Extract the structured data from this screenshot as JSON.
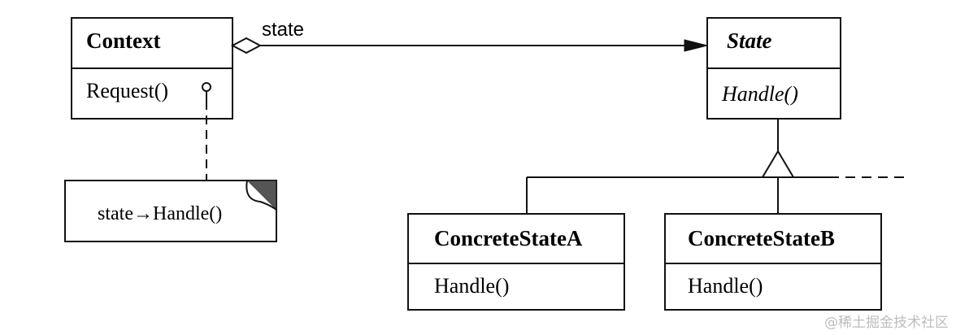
{
  "context": {
    "name": "Context",
    "operation": "Request()"
  },
  "state": {
    "name": "State",
    "operation": "Handle()"
  },
  "association": {
    "role": "state"
  },
  "note": {
    "text": "state→Handle()"
  },
  "concrete_a": {
    "name": "ConcreteStateA",
    "operation": "Handle()"
  },
  "concrete_b": {
    "name": "ConcreteStateB",
    "operation": "Handle()"
  },
  "watermark": {
    "text": "@稀土掘金技术社区"
  }
}
